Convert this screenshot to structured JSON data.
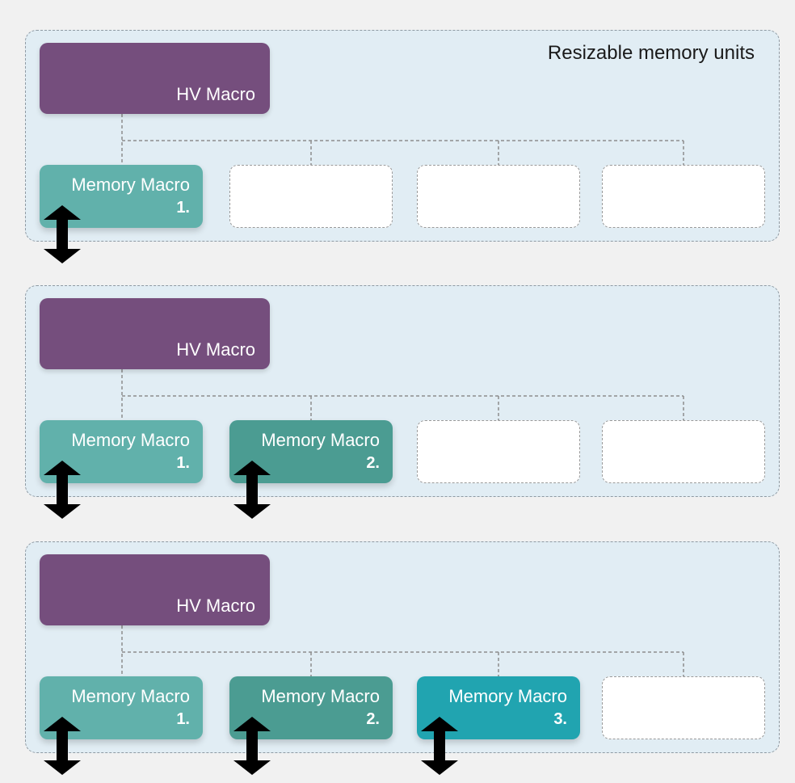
{
  "title": "Resizable memory units",
  "panels": [
    {
      "hv_label": "HV Macro",
      "macros": [
        {
          "line1": "Memory Macro",
          "line2": "1.",
          "color": "#61b1ab"
        },
        null,
        null,
        null
      ]
    },
    {
      "hv_label": "HV Macro",
      "macros": [
        {
          "line1": "Memory Macro",
          "line2": "1.",
          "color": "#61b1ab"
        },
        {
          "line1": "Memory Macro",
          "line2": "2.",
          "color": "#4b9c92"
        },
        null,
        null
      ]
    },
    {
      "hv_label": "HV Macro",
      "macros": [
        {
          "line1": "Memory Macro",
          "line2": "1.",
          "color": "#61b1ab"
        },
        {
          "line1": "Memory Macro",
          "line2": "2.",
          "color": "#4b9c92"
        },
        {
          "line1": "Memory Macro",
          "line2": "3.",
          "color": "#21a4b0"
        },
        null
      ]
    }
  ],
  "colors": {
    "hv_macro": "#754e7d",
    "panel_bg": "#e1edf4",
    "arrow": "#000000"
  }
}
